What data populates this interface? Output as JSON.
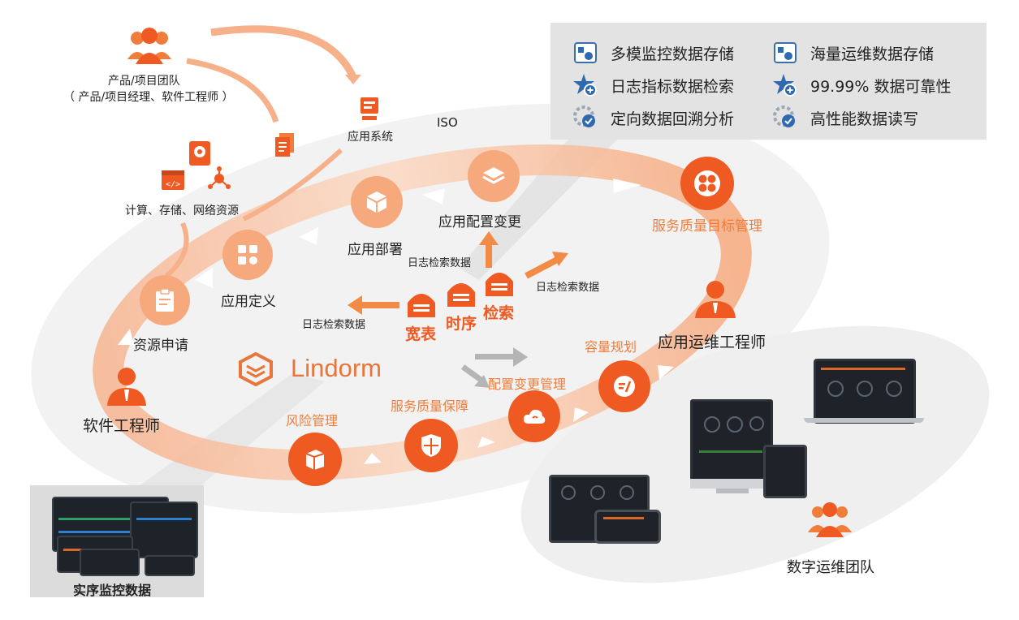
{
  "colors": {
    "accent": "#ee5a22",
    "accent_light": "#f6a97d",
    "ring": "#f8c9ab",
    "panel": "#e3e3e3"
  },
  "info_panel": {
    "items": [
      {
        "label": "多模监控数据存储",
        "icon": "storage-icon"
      },
      {
        "label": "海量运维数据存储",
        "icon": "storage-icon"
      },
      {
        "label": "日志指标数据检索",
        "icon": "star-plus-icon"
      },
      {
        "label": "99.99% 数据可靠性",
        "icon": "star-plus-icon"
      },
      {
        "label": "定向数据回溯分析",
        "icon": "gear-check-icon"
      },
      {
        "label": "高性能数据读写",
        "icon": "gear-check-icon"
      }
    ]
  },
  "roles": {
    "product_team": "产品/项目团队",
    "product_team_sub": "（ 产品/项目经理、软件工程师 ）",
    "software_engineer": "软件工程师",
    "ops_engineer": "应用运维工程师",
    "digital_ops_team": "数字运维团队"
  },
  "resources": {
    "compute": "计算、存储、网络资源",
    "app_system": "应用系统",
    "iso": "ISO"
  },
  "cycle": {
    "resource_request": "资源申请",
    "app_definition": "应用定义",
    "app_deploy": "应用部署",
    "app_config_change": "应用配置变更",
    "slo_management": "服务质量目标管理",
    "capacity_planning": "容量规划",
    "config_change_mgmt": "配置变更管理",
    "service_quality_assurance": "服务质量保障",
    "risk_management": "风险管理"
  },
  "core": {
    "brand": "Lindorm",
    "wide_table": "宽表",
    "timeseries": "时序",
    "search": "检索",
    "log_search_1": "日志检索数据",
    "log_search_2": "日志检索数据",
    "log_search_3": "日志检索数据"
  },
  "monitor_caption": "实序监控数据"
}
